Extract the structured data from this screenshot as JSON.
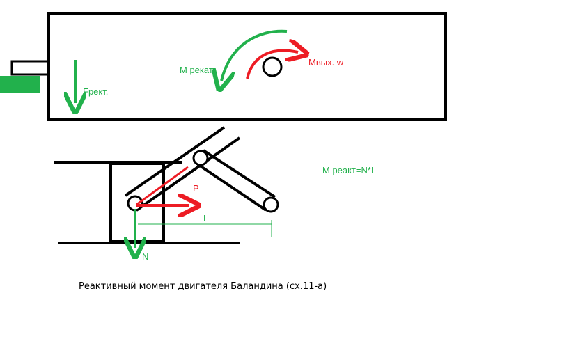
{
  "labels": {
    "f_react": "Fрект.",
    "m_react": "М рекат.",
    "m_out": "Мвых. w",
    "formula": "M реакт=N*L",
    "p": "P",
    "l": "L",
    "n": "N"
  },
  "caption": "Реактивный момент двигателя Баландина (сх.11-а)",
  "colors": {
    "outline": "#000000",
    "green": "#22b14c",
    "red": "#ed1c24",
    "background": "#ffffff"
  }
}
